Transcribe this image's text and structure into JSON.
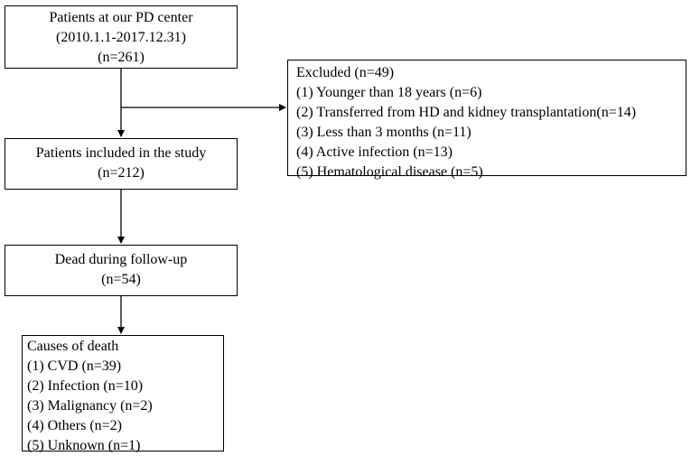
{
  "nodes": {
    "patients_center": {
      "lines": [
        "Patients at our PD center",
        "(2010.1.1-2017.12.31)",
        "(n=261)"
      ]
    },
    "excluded": {
      "title": "Excluded (n=49)",
      "items": [
        "(1)  Younger than 18 years (n=6)",
        "(2)  Transferred from HD and kidney transplantation(n=14)",
        "(3)  Less than 3 months (n=11)",
        "(4)  Active infection (n=13)",
        "(5)  Hematological disease (n=5)"
      ]
    },
    "included": {
      "lines": [
        "Patients included in the study",
        "(n=212)"
      ]
    },
    "dead": {
      "lines": [
        "Dead during follow-up",
        "(n=54)"
      ]
    },
    "causes": {
      "title": "Causes of death",
      "items": [
        "(1)  CVD (n=39)",
        "(2)  Infection (n=10)",
        "(3)  Malignancy (n=2)",
        "(4)  Others (n=2)",
        "(5)  Unknown (n=1)"
      ]
    }
  }
}
